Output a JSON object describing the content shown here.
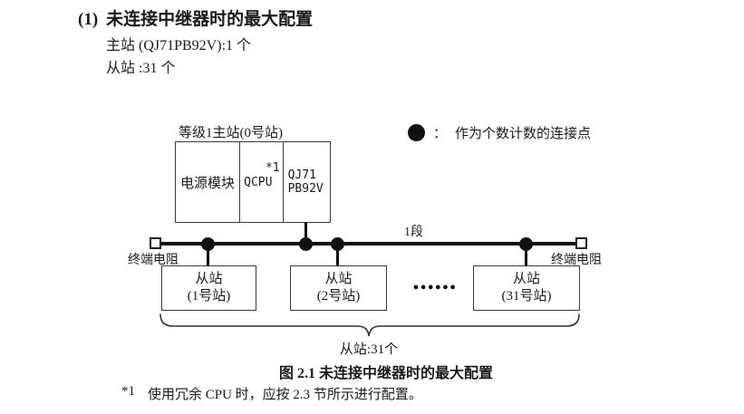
{
  "heading": {
    "index": "(1)",
    "title": "未连接中继器时的最大配置",
    "line_master": "主站 (QJ71PB92V):1 个",
    "line_slave": "从站 :31 个"
  },
  "diagram": {
    "master_label": "等级1主站(0号站)",
    "master_modules": {
      "power": "电源模块",
      "cpu": "QCPU",
      "cpu_note_ref": "*1",
      "pb_line1": "QJ71",
      "pb_line2": "PB92V"
    },
    "legend": {
      "colon": "：",
      "text": "作为个数计数的连接点"
    },
    "segment_label": "1段",
    "terminator_left": "终端电阻",
    "terminator_right": "终端电阻",
    "slaves": [
      {
        "line1": "从站",
        "line2": "(1号站)"
      },
      {
        "line1": "从站",
        "line2": "(2号站)"
      },
      {
        "line1": "从站",
        "line2": "(31号站)"
      }
    ],
    "ellipsis": "●●●●●●",
    "brace_label": "从站:31个"
  },
  "caption": "图 2.1 未连接中继器时的最大配置",
  "footnote": {
    "ref": "*1",
    "text": "使用冗余 CPU 时，应按 2.3 节所示进行配置。"
  },
  "colors": {
    "ink": "#1a1a1a",
    "line": "#111111",
    "border": "#3a3a3a",
    "background": "#ffffff"
  }
}
